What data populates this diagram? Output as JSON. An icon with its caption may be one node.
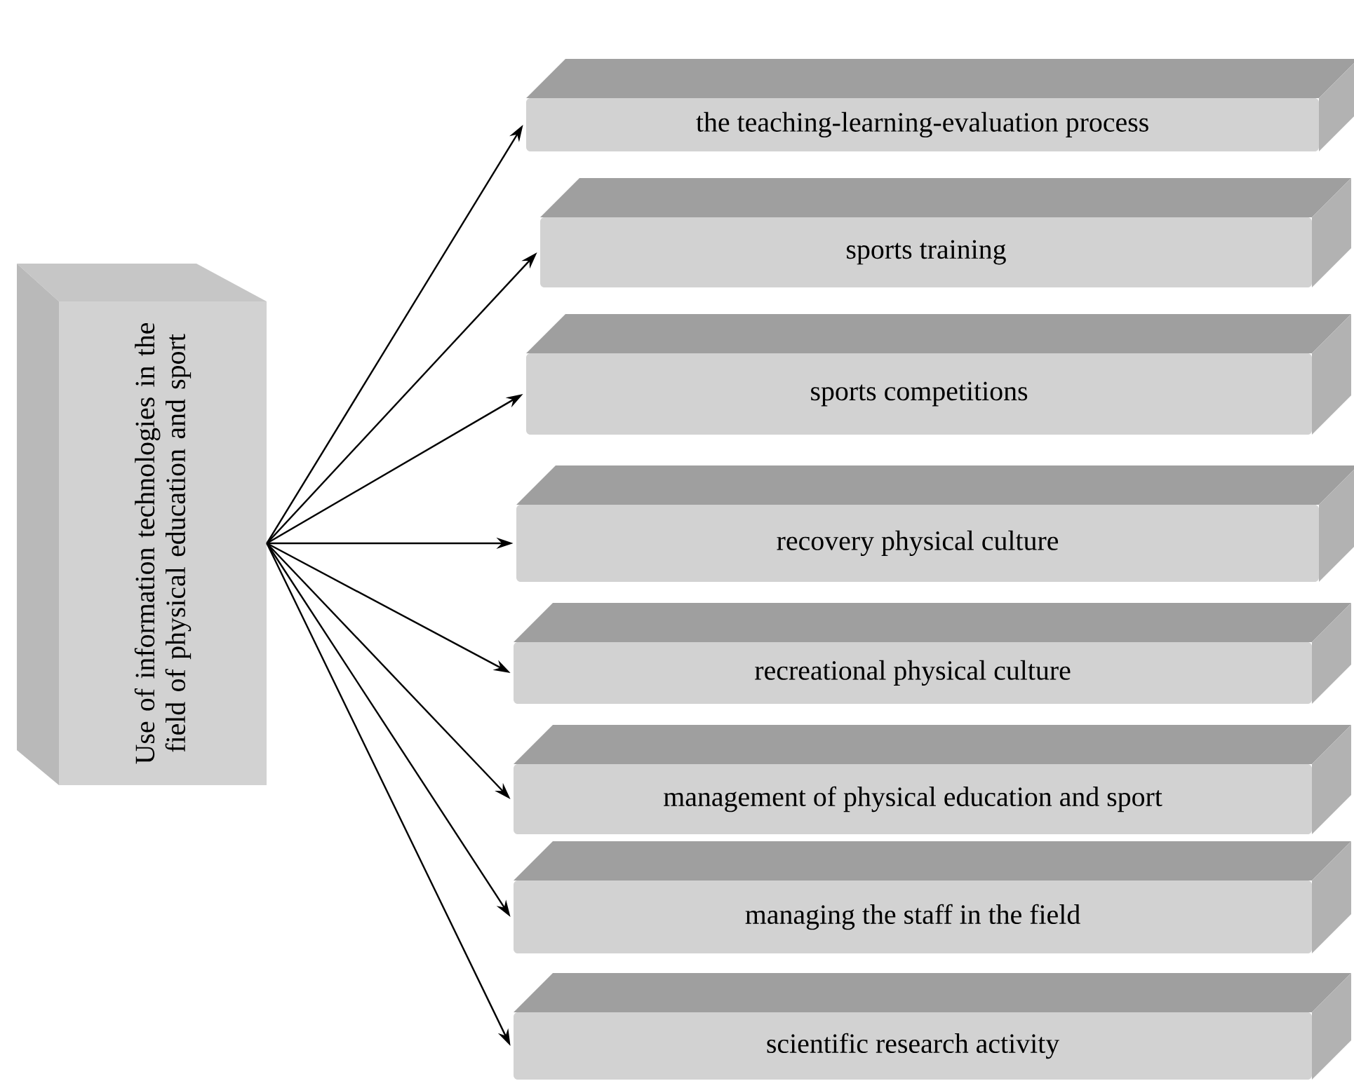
{
  "diagram": {
    "nodes": [
      {
        "text": [
          "Use of information technologies in the field of physical education and sport"
        ]
      },
      {
        "text": [
          "the teaching-learning-evaluation process"
        ]
      },
      {
        "text": [
          "sports training"
        ]
      },
      {
        "text": [
          "sports competitions"
        ]
      },
      {
        "text": [
          "recovery physical culture"
        ]
      },
      {
        "text": [
          "recreational physical culture"
        ]
      },
      {
        "text": [
          "management of physical education and sport"
        ]
      },
      {
        "text": [
          "managing the staff in the field"
        ]
      },
      {
        "text": [
          "scientific research activity"
        ]
      }
    ],
    "edges": [
      {
        "from": 0,
        "to": 1,
        "arrow": "to"
      },
      {
        "from": 0,
        "to": 2,
        "arrow": "to"
      },
      {
        "from": 0,
        "to": 3,
        "arrow": "to"
      },
      {
        "from": 0,
        "to": 4,
        "arrow": "to"
      },
      {
        "from": 0,
        "to": 5,
        "arrow": "to"
      },
      {
        "from": 0,
        "to": 6,
        "arrow": "to"
      },
      {
        "from": 0,
        "to": 7,
        "arrow": "to"
      },
      {
        "from": 0,
        "to": 8,
        "arrow": "to"
      }
    ]
  }
}
